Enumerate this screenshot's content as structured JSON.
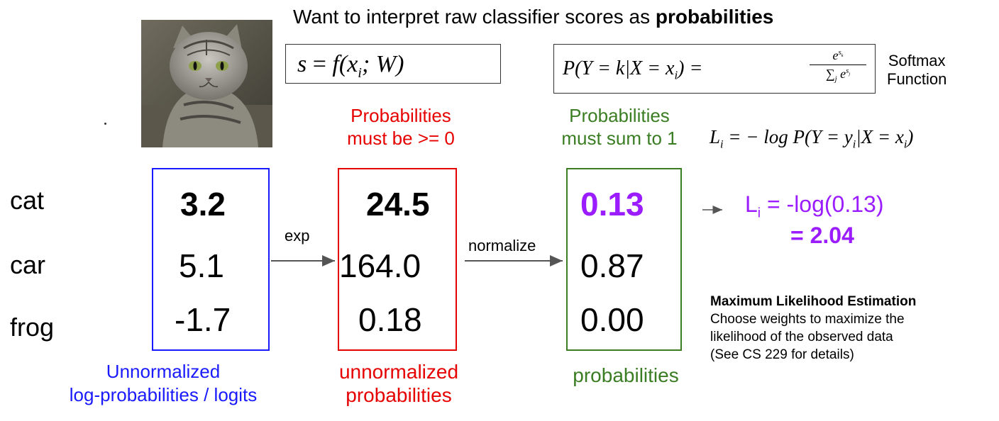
{
  "title": {
    "prefix": "Want to interpret raw classifier scores as ",
    "bold": "probabilities"
  },
  "formula_score": {
    "s": "s",
    "eq": " = ",
    "f": "f",
    "args": "(x",
    "sub": "i",
    "rest": "; W)"
  },
  "formula_softmax": {
    "lhs": "P(Y = k|X = x",
    "lhs_sub": "i",
    "lhs_end": ") = ",
    "num_base": "e",
    "num_sup": "s",
    "num_sup_sub": "k",
    "den_sum": "∑",
    "den_sub": "j",
    "den_base": " e",
    "den_sup": "s",
    "den_sup_sub": "j"
  },
  "softmax_label": [
    "Softmax",
    "Function"
  ],
  "loss_formula": {
    "lhs": "L",
    "lhs_sub": "i",
    "rhs": " = − log P(Y = y",
    "y_sub": "i",
    "rhs2": "|X = x",
    "x_sub": "i",
    "rhs3": ")"
  },
  "headers": {
    "red": [
      "Probabilities",
      "must be >= 0"
    ],
    "green": [
      "Probabilities",
      "must sum to 1"
    ]
  },
  "classes": [
    "cat",
    "car",
    "frog"
  ],
  "columns": {
    "blue": [
      "3.2",
      "5.1",
      "-1.7"
    ],
    "red": [
      "24.5",
      "164.0",
      "0.18"
    ],
    "green": [
      "0.13",
      "0.87",
      "0.00"
    ]
  },
  "arrows": {
    "exp": "exp",
    "normalize": "normalize"
  },
  "loss_result": {
    "prefix": "L",
    "sub": "i",
    "line1": " = -log(0.13)",
    "line2": "= 2.04"
  },
  "mle": {
    "title": "Maximum Likelihood Estimation",
    "lines": [
      "Choose weights to maximize the",
      "likelihood of the observed data",
      "(See CS 229 for details)"
    ]
  },
  "footers": {
    "blue": [
      "Unnormalized",
      "log-probabilities / logits"
    ],
    "red": [
      "unnormalized",
      "probabilities"
    ],
    "green": [
      "probabilities"
    ]
  },
  "colors": {
    "blue": "#1a1aff",
    "red": "#e60000",
    "green": "#3b7d23",
    "purple": "#9a1cff"
  },
  "image": {
    "subject": "cat-photo"
  }
}
